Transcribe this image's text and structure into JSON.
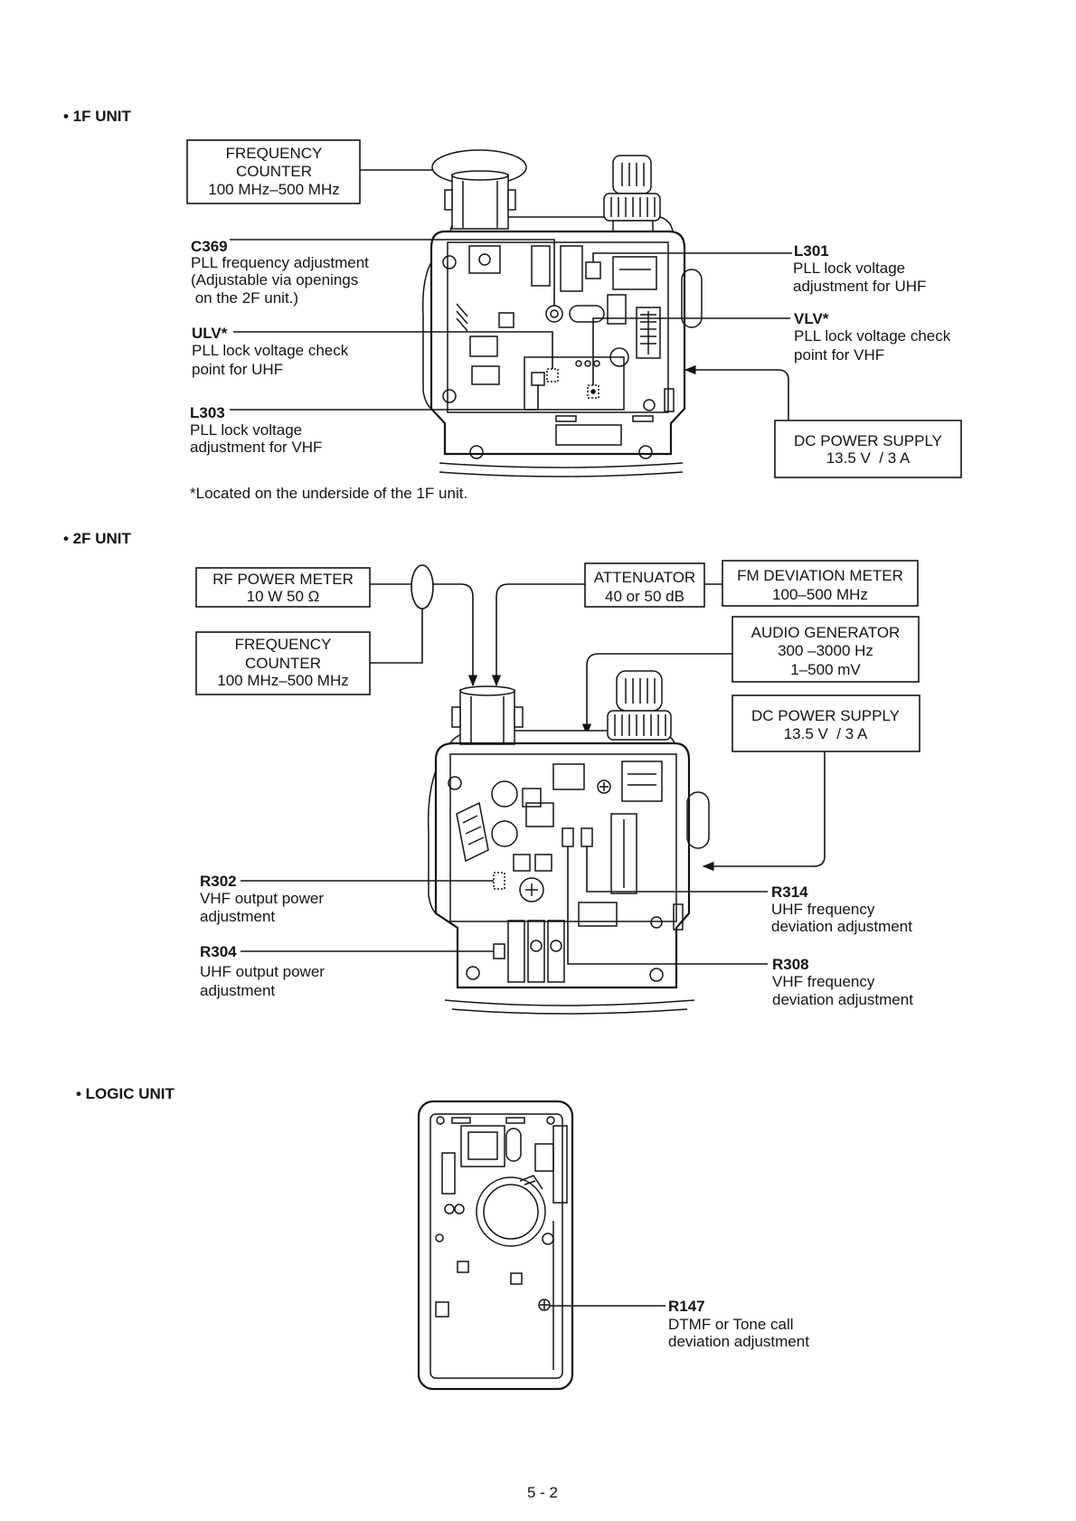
{
  "page_number": "5 - 2",
  "unit_1f": {
    "heading": "• 1F UNIT",
    "frequency_counter": [
      "FREQUENCY",
      "COUNTER",
      "100 MHz–500 MHz"
    ],
    "dc_power_supply": [
      "DC POWER SUPPLY",
      "13.5 V  / 3 A"
    ],
    "c369": {
      "ref": "C369",
      "desc": [
        "PLL frequency adjustment",
        "(Adjustable via openings",
        " on the 2F unit.)"
      ]
    },
    "ulv": {
      "ref": "ULV*",
      "desc": [
        "PLL lock voltage check",
        "point for UHF"
      ]
    },
    "l303": {
      "ref": "L303",
      "desc": [
        "PLL lock voltage",
        "adjustment for VHF"
      ]
    },
    "l301": {
      "ref": "L301",
      "desc": [
        "PLL lock voltage",
        "adjustment for UHF"
      ]
    },
    "vlv": {
      "ref": "VLV*",
      "desc": [
        "PLL lock voltage check",
        "point for VHF"
      ]
    },
    "footnote": "*Located on the underside of the 1F unit."
  },
  "unit_2f": {
    "heading": "• 2F UNIT",
    "rf_power_meter": [
      "RF POWER METER",
      "10 W 50 Ω"
    ],
    "frequency_counter": [
      "FREQUENCY",
      "COUNTER",
      "100 MHz–500 MHz"
    ],
    "attenuator": [
      "ATTENUATOR",
      "40 or 50 dB"
    ],
    "fm_deviation_meter": [
      "FM DEVIATION METER",
      "100–500 MHz"
    ],
    "audio_generator": [
      "AUDIO GENERATOR",
      "300 –3000 Hz",
      "1–500 mV"
    ],
    "dc_power_supply": [
      "DC POWER SUPPLY",
      "13.5 V  / 3 A"
    ],
    "r302": {
      "ref": "R302",
      "desc": [
        "VHF output power",
        "adjustment"
      ]
    },
    "r304": {
      "ref": "R304",
      "desc": [
        "UHF output power",
        "adjustment"
      ]
    },
    "r314": {
      "ref": "R314",
      "desc": [
        "UHF frequency",
        "deviation adjustment"
      ]
    },
    "r308": {
      "ref": "R308",
      "desc": [
        "VHF frequency",
        "deviation adjustment"
      ]
    }
  },
  "logic_unit": {
    "heading": "• LOGIC UNIT",
    "r147": {
      "ref": "R147",
      "desc": [
        "DTMF or Tone call",
        "deviation adjustment"
      ]
    }
  }
}
